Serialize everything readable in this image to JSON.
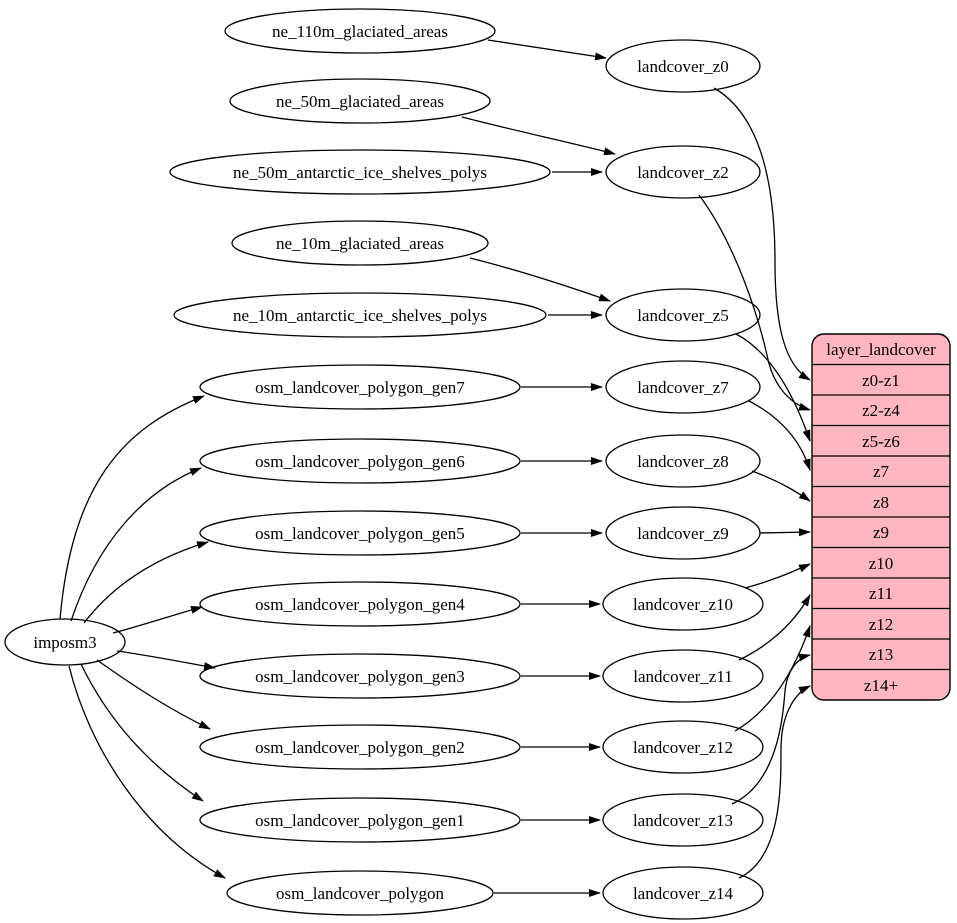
{
  "diagram": {
    "background_color": "#ffffff",
    "line_color": "#000000",
    "record_fill_color": "#ffb6c1",
    "importer": {
      "label": "imposm3"
    },
    "sources": [
      "ne_110m_glaciated_areas",
      "ne_50m_glaciated_areas",
      "ne_50m_antarctic_ice_shelves_polys",
      "ne_10m_glaciated_areas",
      "ne_10m_antarctic_ice_shelves_polys",
      "osm_landcover_polygon_gen7",
      "osm_landcover_polygon_gen6",
      "osm_landcover_polygon_gen5",
      "osm_landcover_polygon_gen4",
      "osm_landcover_polygon_gen3",
      "osm_landcover_polygon_gen2",
      "osm_landcover_polygon_gen1",
      "osm_landcover_polygon"
    ],
    "stages": [
      "landcover_z0",
      "landcover_z2",
      "landcover_z5",
      "landcover_z7",
      "landcover_z8",
      "landcover_z9",
      "landcover_z10",
      "landcover_z11",
      "landcover_z12",
      "landcover_z13",
      "landcover_z14"
    ],
    "layer_table": {
      "header": "layer_landcover",
      "rows": [
        "z0-z1",
        "z2-z4",
        "z5-z6",
        "z7",
        "z8",
        "z9",
        "z10",
        "z11",
        "z12",
        "z13",
        "z14+"
      ]
    }
  }
}
